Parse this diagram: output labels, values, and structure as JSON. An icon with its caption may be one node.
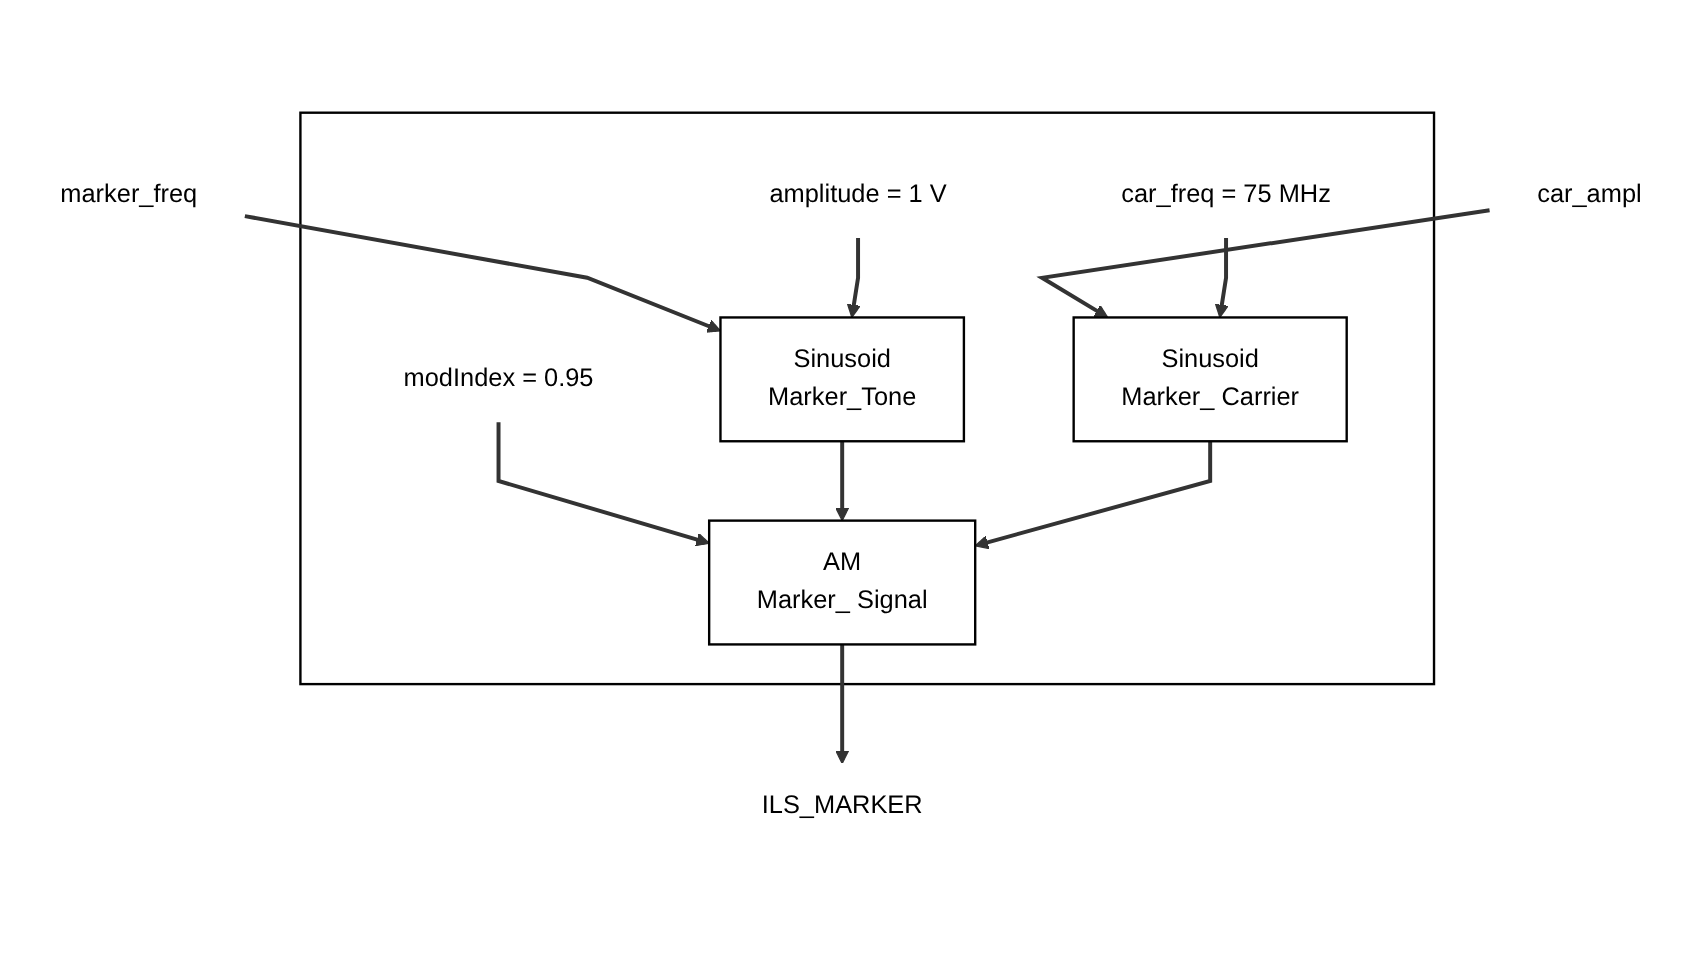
{
  "diagram": {
    "nodes": [
      {
        "text": [],
        "shape": "box"
      },
      {
        "text": [
          "car_ampl"
        ]
      },
      {
        "text": [
          "marker_freq"
        ]
      },
      {
        "text": [
          "amplitude = 1 V"
        ],
        "in": 0
      },
      {
        "text": [
          "Sinusoid",
          "Marker_Tone"
        ],
        "in": 0
      },
      {
        "text": [
          "modIndex = 0.95"
        ],
        "in": 0
      },
      {
        "text": [
          "car_freq = 75 MHz"
        ],
        "in": 0
      },
      {
        "text": [
          "Sinusoid",
          "Marker_ Carrier"
        ],
        "in": 0
      },
      {
        "text": [
          "AM",
          "Marker_ Signal"
        ],
        "in": 0
      },
      {
        "text": [
          "ILS_MARKER"
        ]
      }
    ],
    "edges": [
      {
        "from": 1,
        "to": 7,
        "arrow": "to"
      },
      {
        "from": 6,
        "to": 7,
        "arrow": "to"
      },
      {
        "from": 2,
        "to": 4,
        "arrow": "to"
      },
      {
        "from": 3,
        "to": 4,
        "arrow": "to"
      },
      {
        "from": 5,
        "to": 8,
        "arrow": "to"
      },
      {
        "from": 4,
        "to": 8,
        "arrow": "to"
      },
      {
        "from": 7,
        "to": 8,
        "arrow": "to"
      },
      {
        "from": 8,
        "to": 9,
        "arrow": "to"
      }
    ]
  }
}
